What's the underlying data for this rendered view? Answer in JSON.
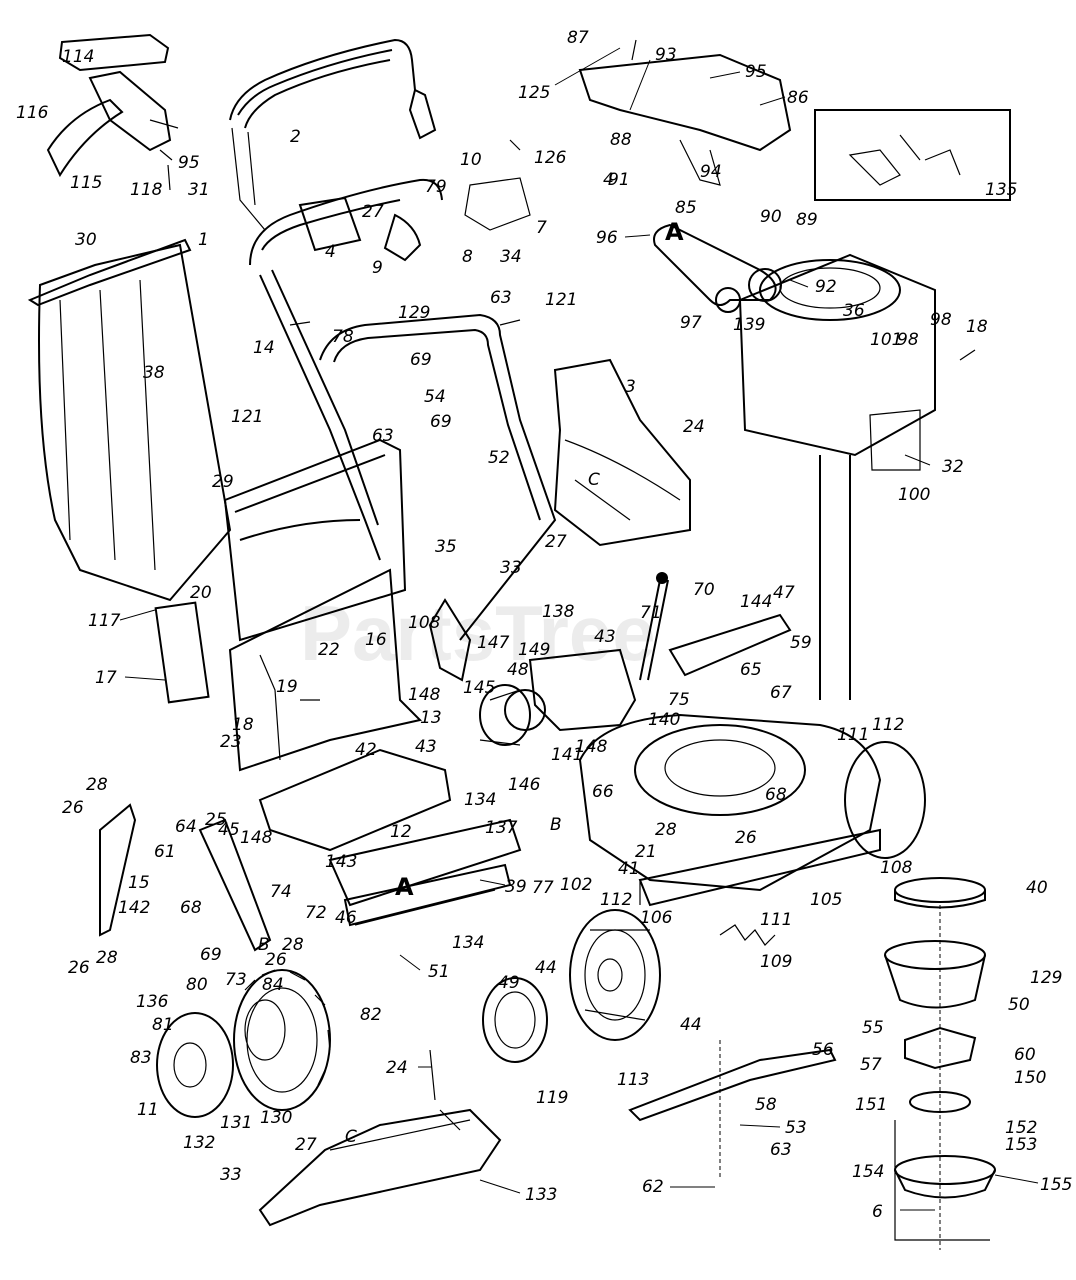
{
  "watermark": "PartsTree",
  "zone_letters": {
    "a_upper": "A",
    "a_lower": "A",
    "b_deck": "B",
    "b_wheel": "B",
    "c_chute": "C",
    "c_cover": "C"
  },
  "inset_label": "135",
  "callouts": [
    {
      "id": "c114",
      "text": "114"
    },
    {
      "id": "c116",
      "text": "116"
    },
    {
      "id": "c95a",
      "text": "95"
    },
    {
      "id": "c115",
      "text": "115"
    },
    {
      "id": "c118",
      "text": "118"
    },
    {
      "id": "c31",
      "text": "31"
    },
    {
      "id": "c2",
      "text": "2"
    },
    {
      "id": "c125",
      "text": "125"
    },
    {
      "id": "c10",
      "text": "10"
    },
    {
      "id": "c126",
      "text": "126"
    },
    {
      "id": "c4a",
      "text": "4"
    },
    {
      "id": "c79",
      "text": "79"
    },
    {
      "id": "c27a",
      "text": "27"
    },
    {
      "id": "c7",
      "text": "7"
    },
    {
      "id": "c1",
      "text": "1"
    },
    {
      "id": "c30",
      "text": "30"
    },
    {
      "id": "c8",
      "text": "8"
    },
    {
      "id": "c34",
      "text": "34"
    },
    {
      "id": "c4b",
      "text": "4"
    },
    {
      "id": "c9",
      "text": "9"
    },
    {
      "id": "c129a",
      "text": "129"
    },
    {
      "id": "c87",
      "text": "87"
    },
    {
      "id": "c93",
      "text": "93"
    },
    {
      "id": "c95b",
      "text": "95"
    },
    {
      "id": "c86",
      "text": "86"
    },
    {
      "id": "c88",
      "text": "88"
    },
    {
      "id": "c91",
      "text": "91"
    },
    {
      "id": "c94",
      "text": "94"
    },
    {
      "id": "c85",
      "text": "85"
    },
    {
      "id": "c90",
      "text": "90"
    },
    {
      "id": "c89",
      "text": "89"
    },
    {
      "id": "c96",
      "text": "96"
    },
    {
      "id": "c92",
      "text": "92"
    },
    {
      "id": "c97",
      "text": "97"
    },
    {
      "id": "c139",
      "text": "139"
    },
    {
      "id": "c36",
      "text": "36"
    },
    {
      "id": "c101",
      "text": "101"
    },
    {
      "id": "c98",
      "text": "98"
    },
    {
      "id": "c98b",
      "text": "98"
    },
    {
      "id": "c18a",
      "text": "18"
    },
    {
      "id": "c32",
      "text": "32"
    },
    {
      "id": "c100",
      "text": "100"
    },
    {
      "id": "c63a",
      "text": "63"
    },
    {
      "id": "c121a",
      "text": "121"
    },
    {
      "id": "c14",
      "text": "14"
    },
    {
      "id": "c78",
      "text": "78"
    },
    {
      "id": "c69a",
      "text": "69"
    },
    {
      "id": "c38",
      "text": "38"
    },
    {
      "id": "c54",
      "text": "54"
    },
    {
      "id": "c3",
      "text": "3"
    },
    {
      "id": "c121b",
      "text": "121"
    },
    {
      "id": "c63b",
      "text": "63"
    },
    {
      "id": "c69b",
      "text": "69"
    },
    {
      "id": "c52",
      "text": "52"
    },
    {
      "id": "c24a",
      "text": "24"
    },
    {
      "id": "c29",
      "text": "29"
    },
    {
      "id": "c27b",
      "text": "27"
    },
    {
      "id": "c33a",
      "text": "33"
    },
    {
      "id": "c35",
      "text": "35"
    },
    {
      "id": "c20",
      "text": "20"
    },
    {
      "id": "c70",
      "text": "70"
    },
    {
      "id": "c117",
      "text": "117"
    },
    {
      "id": "c22",
      "text": "22"
    },
    {
      "id": "c108a",
      "text": "108"
    },
    {
      "id": "c138",
      "text": "138"
    },
    {
      "id": "c71",
      "text": "71"
    },
    {
      "id": "c144",
      "text": "144"
    },
    {
      "id": "c47",
      "text": "47"
    },
    {
      "id": "c59",
      "text": "59"
    },
    {
      "id": "c16",
      "text": "16"
    },
    {
      "id": "c147",
      "text": "147"
    },
    {
      "id": "c43a",
      "text": "43"
    },
    {
      "id": "c17",
      "text": "17"
    },
    {
      "id": "c19",
      "text": "19"
    },
    {
      "id": "c149",
      "text": "149"
    },
    {
      "id": "c65",
      "text": "65"
    },
    {
      "id": "c48",
      "text": "48"
    },
    {
      "id": "c145",
      "text": "145"
    },
    {
      "id": "c148a",
      "text": "148"
    },
    {
      "id": "c75",
      "text": "75"
    },
    {
      "id": "c67",
      "text": "67"
    },
    {
      "id": "c18b",
      "text": "18"
    },
    {
      "id": "c13",
      "text": "13"
    },
    {
      "id": "c140",
      "text": "140"
    },
    {
      "id": "c111a",
      "text": "111"
    },
    {
      "id": "c112a",
      "text": "112"
    },
    {
      "id": "c23",
      "text": "23"
    },
    {
      "id": "c42",
      "text": "42"
    },
    {
      "id": "c43b",
      "text": "43"
    },
    {
      "id": "c141",
      "text": "141"
    },
    {
      "id": "c148b",
      "text": "148"
    },
    {
      "id": "c26a",
      "text": "26"
    },
    {
      "id": "c28a",
      "text": "28"
    },
    {
      "id": "c134a",
      "text": "134"
    },
    {
      "id": "c146",
      "text": "146"
    },
    {
      "id": "c66",
      "text": "66"
    },
    {
      "id": "c68a",
      "text": "68"
    },
    {
      "id": "c45",
      "text": "45"
    },
    {
      "id": "c148c",
      "text": "148"
    },
    {
      "id": "c25",
      "text": "25"
    },
    {
      "id": "c64",
      "text": "64"
    },
    {
      "id": "c12",
      "text": "12"
    },
    {
      "id": "c137",
      "text": "137"
    },
    {
      "id": "c28b",
      "text": "28"
    },
    {
      "id": "c26b",
      "text": "26"
    },
    {
      "id": "c21",
      "text": "21"
    },
    {
      "id": "c41",
      "text": "41"
    },
    {
      "id": "c108b",
      "text": "108"
    },
    {
      "id": "c61",
      "text": "61"
    },
    {
      "id": "c15",
      "text": "15"
    },
    {
      "id": "c143",
      "text": "143"
    },
    {
      "id": "c77",
      "text": "77"
    },
    {
      "id": "c102",
      "text": "102"
    },
    {
      "id": "c40",
      "text": "40"
    },
    {
      "id": "c74",
      "text": "74"
    },
    {
      "id": "c39",
      "text": "39"
    },
    {
      "id": "c112b",
      "text": "112"
    },
    {
      "id": "c105",
      "text": "105"
    },
    {
      "id": "c142",
      "text": "142"
    },
    {
      "id": "c68b",
      "text": "68"
    },
    {
      "id": "c72",
      "text": "72"
    },
    {
      "id": "c46",
      "text": "46"
    },
    {
      "id": "c111b",
      "text": "111"
    },
    {
      "id": "c28c",
      "text": "28"
    },
    {
      "id": "c106",
      "text": "106"
    },
    {
      "id": "c26c",
      "text": "26"
    },
    {
      "id": "c69c",
      "text": "69"
    },
    {
      "id": "c28d",
      "text": "28"
    },
    {
      "id": "c26d",
      "text": "26"
    },
    {
      "id": "c134b",
      "text": "134"
    },
    {
      "id": "c109",
      "text": "109"
    },
    {
      "id": "c129b",
      "text": "129"
    },
    {
      "id": "c50",
      "text": "50"
    },
    {
      "id": "c73",
      "text": "73"
    },
    {
      "id": "c51",
      "text": "51"
    },
    {
      "id": "c80",
      "text": "80"
    },
    {
      "id": "c84",
      "text": "84"
    },
    {
      "id": "c49",
      "text": "49"
    },
    {
      "id": "c44a",
      "text": "44"
    },
    {
      "id": "c136",
      "text": "136"
    },
    {
      "id": "c82",
      "text": "82"
    },
    {
      "id": "c81",
      "text": "81"
    },
    {
      "id": "c55",
      "text": "55"
    },
    {
      "id": "c56",
      "text": "56"
    },
    {
      "id": "c57",
      "text": "57"
    },
    {
      "id": "c60",
      "text": "60"
    },
    {
      "id": "c83",
      "text": "83"
    },
    {
      "id": "c44b",
      "text": "44"
    },
    {
      "id": "c150",
      "text": "150"
    },
    {
      "id": "c24b",
      "text": "24"
    },
    {
      "id": "c113",
      "text": "113"
    },
    {
      "id": "c119",
      "text": "119"
    },
    {
      "id": "c58",
      "text": "58"
    },
    {
      "id": "c151",
      "text": "151"
    },
    {
      "id": "c11",
      "text": "11"
    },
    {
      "id": "c131",
      "text": "131"
    },
    {
      "id": "c130",
      "text": "130"
    },
    {
      "id": "c152",
      "text": "152"
    },
    {
      "id": "c53",
      "text": "53"
    },
    {
      "id": "c132",
      "text": "132"
    },
    {
      "id": "c153",
      "text": "153"
    },
    {
      "id": "c27c",
      "text": "27"
    },
    {
      "id": "c63c",
      "text": "63"
    },
    {
      "id": "c154",
      "text": "154"
    },
    {
      "id": "c155",
      "text": "155"
    },
    {
      "id": "c33b",
      "text": "33"
    },
    {
      "id": "c62",
      "text": "62"
    },
    {
      "id": "c133",
      "text": "133"
    },
    {
      "id": "c6",
      "text": "6"
    }
  ]
}
